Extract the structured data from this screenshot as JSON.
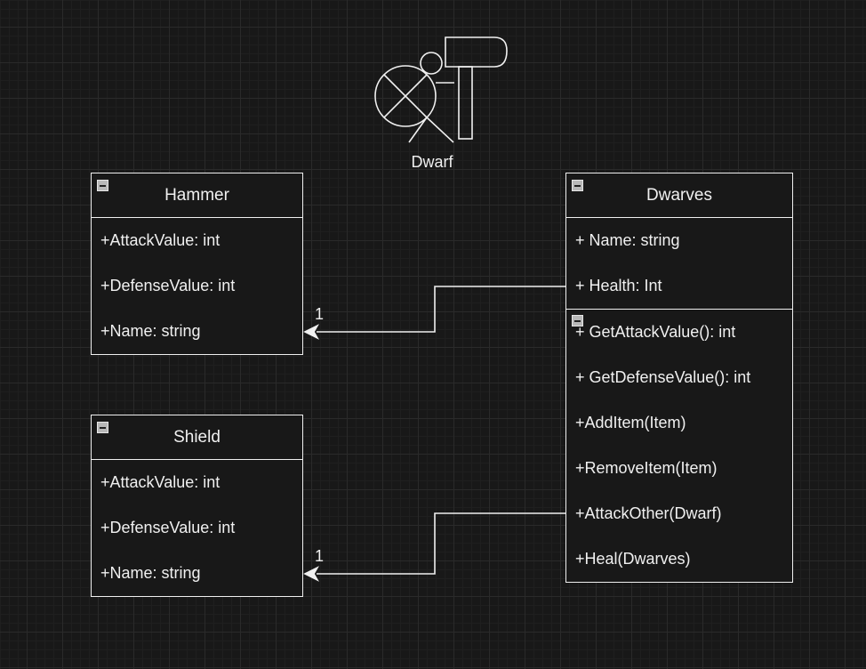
{
  "actor": {
    "label": "Dwarf",
    "icon": "dwarf-with-hammer-icon"
  },
  "classes": {
    "hammer": {
      "name": "Hammer",
      "fields": [
        "+AttackValue: int",
        "+DefenseValue: int",
        "+Name: string"
      ]
    },
    "shield": {
      "name": "Shield",
      "fields": [
        "+AttackValue: int",
        "+DefenseValue: int",
        "+Name: string"
      ]
    },
    "dwarves": {
      "name": "Dwarves",
      "fields": [
        "+ Name: string",
        "+ Health: Int"
      ],
      "methods": [
        "+ GetAttackValue(): int",
        "+ GetDefenseValue(): int",
        "+AddItem(Item)",
        "+RemoveItem(Item)",
        "+AttackOther(Dwarf)",
        "+Heal(Dwarves)"
      ]
    }
  },
  "associations": [
    {
      "from": "Dwarves.Health",
      "to": "Hammer",
      "multiplicity": "1"
    },
    {
      "from": "Dwarves.AttackOther",
      "to": "Shield",
      "multiplicity": "1"
    }
  ],
  "colors": {
    "background": "#181818",
    "stroke": "#f0f0f0",
    "grid": "#2a2a2a"
  }
}
